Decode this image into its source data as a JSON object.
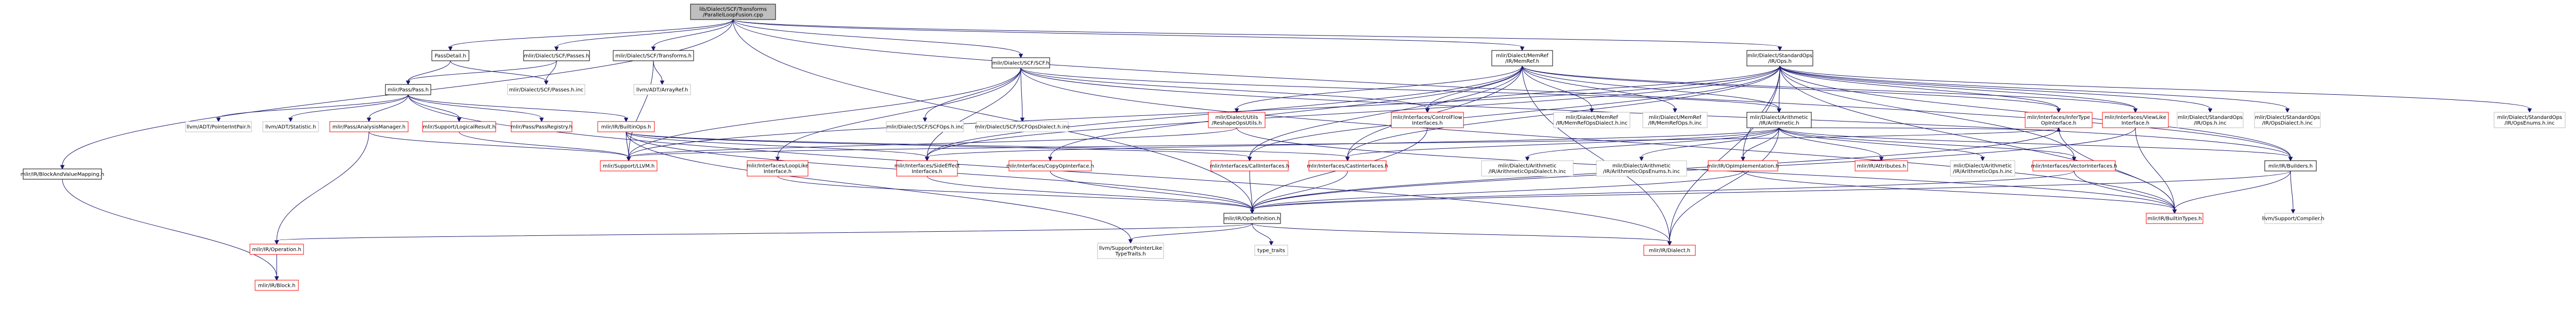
{
  "colors": {
    "root_fill": "#bfbfbf",
    "node_fill": "#ffffff",
    "link_border": "#ff0000",
    "leaf_border": "#bfbfbf",
    "black_border": "#000000",
    "edge": "#191970",
    "text": "#000000"
  },
  "nodes": [
    {
      "id": "root",
      "lines": [
        "lib/Dialect/SCF/Transforms",
        "/ParallelLoopFusion.cpp"
      ],
      "style": "root"
    },
    {
      "id": "passdetail",
      "lines": [
        "PassDetail.h"
      ],
      "style": "black"
    },
    {
      "id": "scfpasses",
      "lines": [
        "mlir/Dialect/SCF/Passes.h"
      ],
      "style": "black"
    },
    {
      "id": "scftransforms",
      "lines": [
        "mlir/Dialect/SCF/Transforms.h"
      ],
      "style": "black"
    },
    {
      "id": "scf",
      "lines": [
        "mlir/Dialect/SCF/SCF.h"
      ],
      "style": "black"
    },
    {
      "id": "memref",
      "lines": [
        "mlir/Dialect/MemRef",
        "/IR/MemRef.h"
      ],
      "style": "black"
    },
    {
      "id": "stdops",
      "lines": [
        "mlir/Dialect/StandardOps",
        "/IR/Ops.h"
      ],
      "style": "black"
    },
    {
      "id": "blockmapping",
      "lines": [
        "mlir/IR/BlockAndValueMapping.h"
      ],
      "style": "black"
    },
    {
      "id": "passh",
      "lines": [
        "mlir/Pass/Pass.h"
      ],
      "style": "black"
    },
    {
      "id": "scfpassesinc",
      "lines": [
        "mlir/Dialect/SCF/Passes.h.inc"
      ],
      "style": "leaf"
    },
    {
      "id": "arrayref",
      "lines": [
        "llvm/ADT/ArrayRef.h"
      ],
      "style": "leaf"
    },
    {
      "id": "ptrint",
      "lines": [
        "llvm/ADT/PointerIntPair.h"
      ],
      "style": "leaf"
    },
    {
      "id": "statistic",
      "lines": [
        "llvm/ADT/Statistic.h"
      ],
      "style": "leaf"
    },
    {
      "id": "analysismgr",
      "lines": [
        "mlir/Pass/AnalysisManager.h"
      ],
      "style": "link"
    },
    {
      "id": "logical",
      "lines": [
        "mlir/Support/LogicalResult.h"
      ],
      "style": "link"
    },
    {
      "id": "passregistry",
      "lines": [
        "mlir/Pass/PassRegistry.h"
      ],
      "style": "link"
    },
    {
      "id": "builtinops",
      "lines": [
        "mlir/IR/BuiltinOps.h"
      ],
      "style": "link"
    },
    {
      "id": "scfopsinc",
      "lines": [
        "mlir/Dialect/SCF/SCFOps.h.inc"
      ],
      "style": "leaf"
    },
    {
      "id": "scfopsdialect",
      "lines": [
        "mlir/Dialect/SCF/SCFOpsDialect.h.inc"
      ],
      "style": "leaf"
    },
    {
      "id": "reshapeutils",
      "lines": [
        "mlir/Dialect/Utils",
        "/ReshapeOpsUtils.h"
      ],
      "style": "link"
    },
    {
      "id": "controlflow",
      "lines": [
        "mlir/Interfaces/ControlFlow",
        "Interfaces.h"
      ],
      "style": "link"
    },
    {
      "id": "memrefdialectinc",
      "lines": [
        "mlir/Dialect/MemRef",
        "/IR/MemRefOpsDialect.h.inc"
      ],
      "style": "leaf"
    },
    {
      "id": "memrefopsinc",
      "lines": [
        "mlir/Dialect/MemRef",
        "/IR/MemRefOps.h.inc"
      ],
      "style": "leaf"
    },
    {
      "id": "arith",
      "lines": [
        "mlir/Dialect/Arithmetic",
        "/IR/Arithmetic.h"
      ],
      "style": "black"
    },
    {
      "id": "infertype",
      "lines": [
        "mlir/Interfaces/InferType",
        "OpInterface.h"
      ],
      "style": "link"
    },
    {
      "id": "viewlike",
      "lines": [
        "mlir/Interfaces/ViewLike",
        "Interface.h"
      ],
      "style": "link"
    },
    {
      "id": "stdopsinc",
      "lines": [
        "mlir/Dialect/StandardOps",
        "/IR/Ops.h.inc"
      ],
      "style": "leaf"
    },
    {
      "id": "stdopsdialect",
      "lines": [
        "mlir/Dialect/StandardOps",
        "/IR/OpsDialect.h.inc"
      ],
      "style": "leaf"
    },
    {
      "id": "stdopsenums",
      "lines": [
        "mlir/Dialect/StandardOps",
        "/IR/OpsEnums.h.inc"
      ],
      "style": "leaf"
    },
    {
      "id": "supportllvm",
      "lines": [
        "mlir/Support/LLVM.h"
      ],
      "style": "link"
    },
    {
      "id": "loopinterface",
      "lines": [
        "mlir/Interfaces/LoopLike",
        "Interface.h"
      ],
      "style": "link"
    },
    {
      "id": "sideeffect",
      "lines": [
        "mlir/Interfaces/SideEffect",
        "Interfaces.h"
      ],
      "style": "link"
    },
    {
      "id": "copyop",
      "lines": [
        "mlir/Interfaces/CopyOpInterface.h"
      ],
      "style": "link"
    },
    {
      "id": "callinterfaces",
      "lines": [
        "mlir/Interfaces/CallInterfaces.h"
      ],
      "style": "link"
    },
    {
      "id": "castinterfaces",
      "lines": [
        "mlir/Interfaces/CastInterfaces.h"
      ],
      "style": "link"
    },
    {
      "id": "aritdialectinc",
      "lines": [
        "mlir/Dialect/Arithmetic",
        "/IR/ArithmeticOpsDialect.h.inc"
      ],
      "style": "leaf"
    },
    {
      "id": "aritenumsinc",
      "lines": [
        "mlir/Dialect/Arithmetic",
        "/IR/ArithmeticOpsEnums.h.inc"
      ],
      "style": "leaf"
    },
    {
      "id": "opimpl",
      "lines": [
        "mlir/IR/OpImplementation.h"
      ],
      "style": "link"
    },
    {
      "id": "attributes",
      "lines": [
        "mlir/IR/Attributes.h"
      ],
      "style": "link"
    },
    {
      "id": "aritopsinc",
      "lines": [
        "mlir/Dialect/Arithmetic",
        "/IR/ArithmeticOps.h.inc"
      ],
      "style": "leaf"
    },
    {
      "id": "vectorinterfaces",
      "lines": [
        "mlir/Interfaces/VectorInterfaces.h"
      ],
      "style": "link"
    },
    {
      "id": "builders",
      "lines": [
        "mlir/IR/Builders.h"
      ],
      "style": "black"
    },
    {
      "id": "opdef",
      "lines": [
        "mlir/IR/OpDefinition.h"
      ],
      "style": "black"
    },
    {
      "id": "builtintypes",
      "lines": [
        "mlir/IR/BuiltinTypes.h"
      ],
      "style": "link"
    },
    {
      "id": "compiler",
      "lines": [
        "llvm/Support/Compiler.h"
      ],
      "style": "leaf"
    },
    {
      "id": "operation",
      "lines": [
        "mlir/IR/Operation.h"
      ],
      "style": "link"
    },
    {
      "id": "pointerlike",
      "lines": [
        "llvm/Support/PointerLike",
        "TypeTraits.h"
      ],
      "style": "leaf"
    },
    {
      "id": "typetraits",
      "lines": [
        "type_traits"
      ],
      "style": "leaf"
    },
    {
      "id": "dialect",
      "lines": [
        "mlir/IR/Dialect.h"
      ],
      "style": "link"
    },
    {
      "id": "block",
      "lines": [
        "mlir/IR/Block.h"
      ],
      "style": "link"
    }
  ],
  "edges": [
    [
      "root",
      "passdetail"
    ],
    [
      "root",
      "scfpasses"
    ],
    [
      "root",
      "scftransforms"
    ],
    [
      "root",
      "scf"
    ],
    [
      "root",
      "memref"
    ],
    [
      "root",
      "stdops"
    ],
    [
      "root",
      "blockmapping"
    ],
    [
      "root",
      "opdef"
    ],
    [
      "root",
      "builders"
    ],
    [
      "passdetail",
      "passh"
    ],
    [
      "passdetail",
      "scfpassesinc"
    ],
    [
      "scfpasses",
      "passh"
    ],
    [
      "scfpasses",
      "scfpassesinc"
    ],
    [
      "scftransforms",
      "arrayref"
    ],
    [
      "scftransforms",
      "supportllvm"
    ],
    [
      "passh",
      "ptrint"
    ],
    [
      "passh",
      "statistic"
    ],
    [
      "passh",
      "analysismgr"
    ],
    [
      "passh",
      "logical"
    ],
    [
      "passh",
      "passregistry"
    ],
    [
      "passh",
      "builtinops"
    ],
    [
      "passh",
      "dialect"
    ],
    [
      "analysismgr",
      "operation"
    ],
    [
      "analysismgr",
      "supportllvm"
    ],
    [
      "logical",
      "supportllvm"
    ],
    [
      "builtinops",
      "sideeffect"
    ],
    [
      "builtinops",
      "callinterfaces"
    ],
    [
      "builtinops",
      "castinterfaces"
    ],
    [
      "builtinops",
      "opdef"
    ],
    [
      "builtinops",
      "supportllvm"
    ],
    [
      "builtinops",
      "pointerlike"
    ],
    [
      "scf",
      "scfopsinc"
    ],
    [
      "scf",
      "scfopsdialect"
    ],
    [
      "scf",
      "controlflow"
    ],
    [
      "scf",
      "loopinterface"
    ],
    [
      "scf",
      "sideeffect"
    ],
    [
      "scf",
      "builders"
    ],
    [
      "scf",
      "builtintypes"
    ],
    [
      "scf",
      "arith"
    ],
    [
      "scf",
      "supportllvm"
    ],
    [
      "memref",
      "reshapeutils"
    ],
    [
      "memref",
      "controlflow"
    ],
    [
      "memref",
      "memrefdialectinc"
    ],
    [
      "memref",
      "memrefopsinc"
    ],
    [
      "memref",
      "arith"
    ],
    [
      "memref",
      "copyop"
    ],
    [
      "memref",
      "sideeffect"
    ],
    [
      "memref",
      "castinterfaces"
    ],
    [
      "memref",
      "callinterfaces"
    ],
    [
      "memref",
      "viewlike"
    ],
    [
      "memref",
      "infertype"
    ],
    [
      "memref",
      "dialect"
    ],
    [
      "stdops",
      "arith"
    ],
    [
      "stdops",
      "infertype"
    ],
    [
      "stdops",
      "viewlike"
    ],
    [
      "stdops",
      "controlflow"
    ],
    [
      "stdops",
      "stdopsinc"
    ],
    [
      "stdops",
      "stdopsdialect"
    ],
    [
      "stdops",
      "stdopsenums"
    ],
    [
      "stdops",
      "callinterfaces"
    ],
    [
      "stdops",
      "castinterfaces"
    ],
    [
      "stdops",
      "sideeffect"
    ],
    [
      "stdops",
      "vectorinterfaces"
    ],
    [
      "stdops",
      "builders"
    ],
    [
      "stdops",
      "builtintypes"
    ],
    [
      "stdops",
      "opimpl"
    ],
    [
      "stdops",
      "dialect"
    ],
    [
      "stdops",
      "supportllvm"
    ],
    [
      "reshapeutils",
      "supportllvm"
    ],
    [
      "reshapeutils",
      "builtintypes"
    ],
    [
      "controlflow",
      "opdef"
    ],
    [
      "arith",
      "aritdialectinc"
    ],
    [
      "arith",
      "aritenumsinc"
    ],
    [
      "arith",
      "aritopsinc"
    ],
    [
      "arith",
      "opimpl"
    ],
    [
      "arith",
      "attributes"
    ],
    [
      "arith",
      "infertype"
    ],
    [
      "arith",
      "vectorinterfaces"
    ],
    [
      "arith",
      "sideeffect"
    ],
    [
      "arith",
      "castinterfaces"
    ],
    [
      "arith",
      "builders"
    ],
    [
      "arith",
      "dialect"
    ],
    [
      "infertype",
      "opdef"
    ],
    [
      "infertype",
      "builtintypes"
    ],
    [
      "infertype",
      "supportllvm"
    ],
    [
      "viewlike",
      "opdef"
    ],
    [
      "viewlike",
      "builtintypes"
    ],
    [
      "loopinterface",
      "opdef"
    ],
    [
      "sideeffect",
      "opdef"
    ],
    [
      "copyop",
      "opdef"
    ],
    [
      "callinterfaces",
      "opdef"
    ],
    [
      "castinterfaces",
      "opdef"
    ],
    [
      "opimpl",
      "opdef"
    ],
    [
      "opimpl",
      "builtintypes"
    ],
    [
      "vectorinterfaces",
      "opdef"
    ],
    [
      "vectorinterfaces",
      "builtintypes"
    ],
    [
      "builders",
      "opdef"
    ],
    [
      "builders",
      "builtintypes"
    ],
    [
      "builders",
      "compiler"
    ],
    [
      "opdef",
      "operation"
    ],
    [
      "opdef",
      "pointerlike"
    ],
    [
      "opdef",
      "typetraits"
    ],
    [
      "opdef",
      "dialect"
    ],
    [
      "blockmapping",
      "block"
    ],
    [
      "operation",
      "block"
    ]
  ]
}
